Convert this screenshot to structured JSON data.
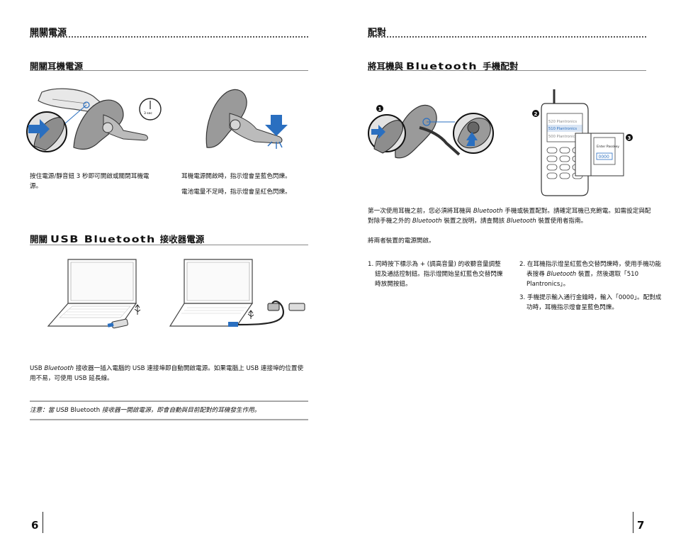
{
  "left": {
    "section_title": "開關電源",
    "sub1_title": "開關耳機電源",
    "caption_power_hold": "按住電源/靜音鈕 3 秒即可開啟或關閉耳機電源。",
    "caption_light_on": "耳機電源開啟時，指示燈會呈藍色閃爍。",
    "caption_low_battery": "電池電量不足時，指示燈會呈紅色閃爍。",
    "sub2_title_a": "開關",
    "sub2_title_usb": "USB Bluetooth",
    "sub2_title_b": "接收器電源",
    "usb_text_a": "USB ",
    "usb_text_bt": "Bluetooth",
    "usb_text_b": " 接收器一插入電腦的 USB 連接埠即自動開啟電源。如果電腦上 USB 連接埠的位置使用不易，可使用 USB 延長線。",
    "note_a": "注意：當 USB ",
    "note_bt": "Bluetooth",
    "note_b": " 接收器一開啟電源，即會自動與目前配對的耳機發生作用。",
    "timer_label": "3 sec",
    "page_number": "6"
  },
  "right": {
    "section_title": "配對",
    "sub_title_a": "將耳機與",
    "sub_title_bt": "Bluetooth",
    "sub_title_b": "手機配對",
    "markers": [
      "1",
      "2",
      "3"
    ],
    "phone_list": [
      "520 Plantronics",
      "510 Plantronics",
      "500 Plantronics"
    ],
    "passkey_prompt": "Enter Passkey",
    "passkey_value": "0000",
    "intro_a": "第一次使用耳機之前，您必須將耳機與 ",
    "intro_bt1": "Bluetooth",
    "intro_b": " 手機或裝置配對。請確定耳機已充飽電。如需設定與配對除手機之外的 ",
    "intro_bt2": "Bluetooth",
    "intro_c": " 裝置之說明，請查閱該 ",
    "intro_bt3": "Bluetooth",
    "intro_d": " 裝置使用者指南。",
    "both_on": "將兩者裝置的電源開啟。",
    "step1": "1. 同時按下標示為 + (調高音量) 的收聽音量調整鈕及通話控制鈕。指示燈開始呈紅藍色交替閃爍時放開按鈕。",
    "step2_a": "2. 在耳機指示燈呈紅藍色交替閃爍時，使用手機功能表搜尋 ",
    "step2_bt": "Bluetooth",
    "step2_b": " 裝置，然後選取「510 Plantronics」。",
    "step3": "3. 手機提示輸入通行金鑰時，輸入「0000」。配對成功時，耳機指示燈會呈藍色閃爍。",
    "page_number": "7"
  },
  "colors": {
    "accent_blue": "#2a6fc0",
    "rule": "#8a8a8a"
  }
}
